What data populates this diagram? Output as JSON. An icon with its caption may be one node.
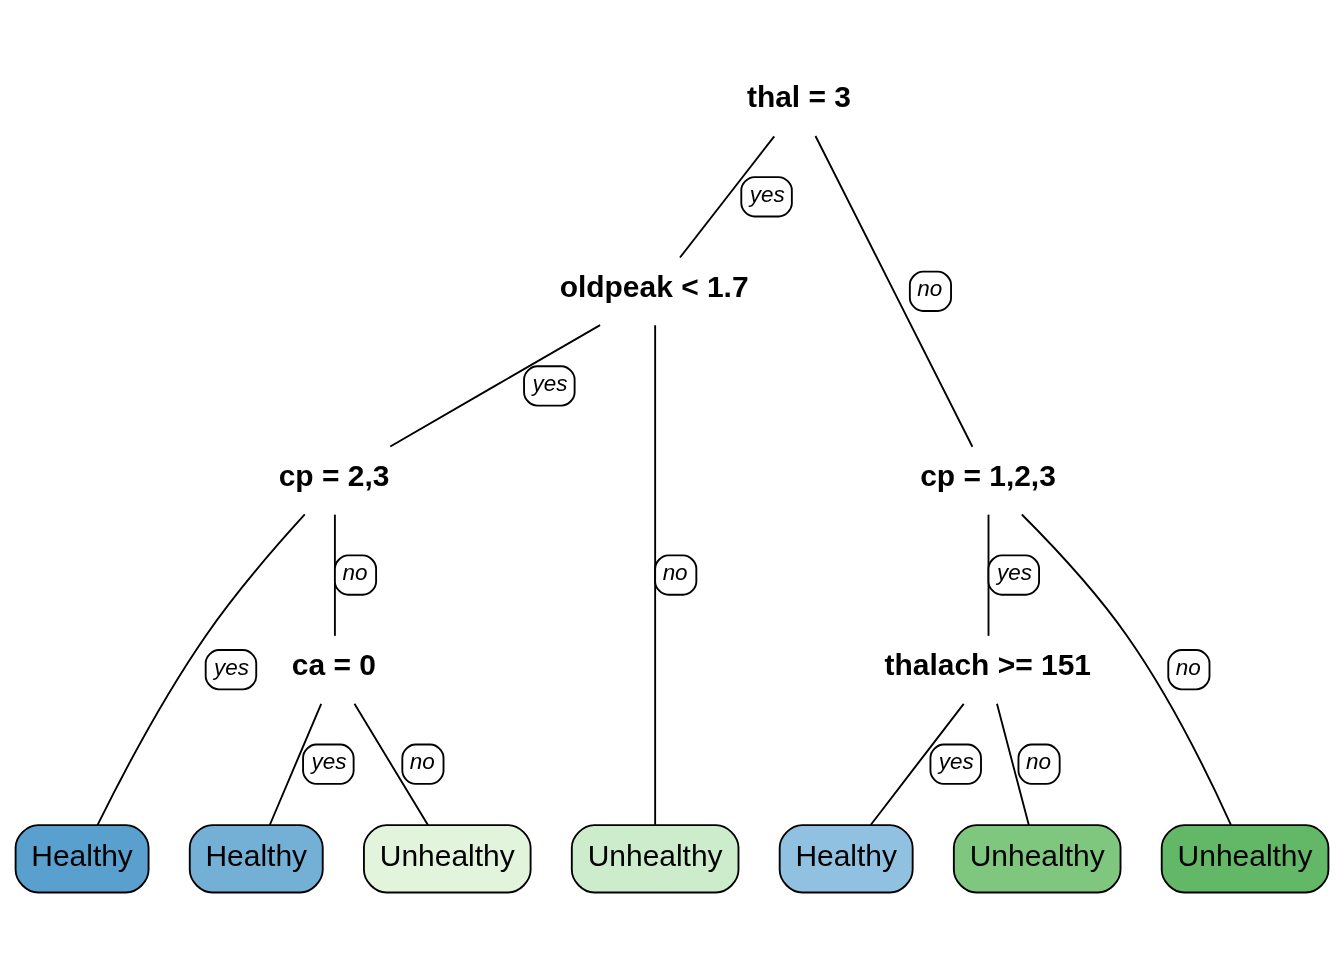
{
  "diagram": {
    "nodes": [
      {
        "text": [
          "thal = 3"
        ]
      },
      {
        "text": [
          "oldpeak < 1.7"
        ]
      },
      {
        "text": [
          "cp = 2,3"
        ]
      },
      {
        "text": [
          "Healthy"
        ]
      },
      {
        "text": [
          "ca = 0"
        ]
      },
      {
        "text": [
          "Healthy"
        ]
      },
      {
        "text": [
          "Unhealthy"
        ]
      },
      {
        "text": [
          "Unhealthy"
        ]
      },
      {
        "text": [
          "cp = 1,2,3"
        ]
      },
      {
        "text": [
          "thalach >= 151"
        ]
      },
      {
        "text": [
          "Healthy"
        ]
      },
      {
        "text": [
          "Unhealthy"
        ]
      },
      {
        "text": [
          "Unhealthy"
        ]
      }
    ],
    "edges": [
      {
        "from": 0,
        "to": 1,
        "arrow": "none",
        "label": "yes"
      },
      {
        "from": 0,
        "to": 8,
        "arrow": "none",
        "label": "no"
      },
      {
        "from": 1,
        "to": 2,
        "arrow": "none",
        "label": "yes"
      },
      {
        "from": 1,
        "to": 7,
        "arrow": "none",
        "label": "no"
      },
      {
        "from": 2,
        "to": 3,
        "arrow": "none",
        "label": "yes"
      },
      {
        "from": 2,
        "to": 4,
        "arrow": "none",
        "label": "no"
      },
      {
        "from": 4,
        "to": 5,
        "arrow": "none",
        "label": "yes"
      },
      {
        "from": 4,
        "to": 6,
        "arrow": "none",
        "label": "no"
      },
      {
        "from": 8,
        "to": 9,
        "arrow": "none",
        "label": "yes"
      },
      {
        "from": 8,
        "to": 12,
        "arrow": "none",
        "label": "no"
      },
      {
        "from": 9,
        "to": 10,
        "arrow": "none",
        "label": "yes"
      },
      {
        "from": 9,
        "to": 11,
        "arrow": "none",
        "label": "no"
      }
    ]
  }
}
